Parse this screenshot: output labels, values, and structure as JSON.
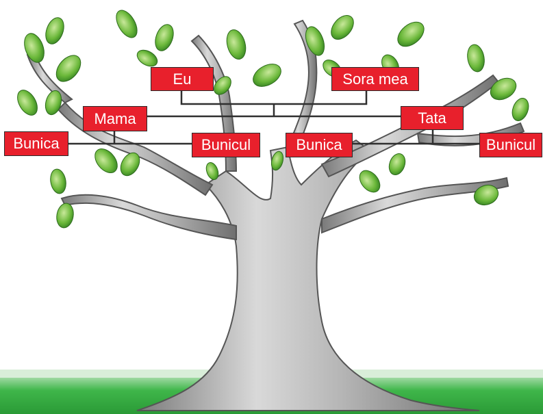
{
  "colors": {
    "box_fill": "#e8202c",
    "connector": "#2f2f2f",
    "grass": "#3fb64a",
    "leaf": "#6bb83a",
    "trunk": "#a8a8a8"
  },
  "members": {
    "eu": "Eu",
    "sora": "Sora mea",
    "mama": "Mama",
    "tata": "Tata",
    "bunica_mama": "Bunica",
    "bunicul_mama": "Bunicul",
    "bunica_tata": "Bunica",
    "bunicul_tata": "Bunicul"
  }
}
